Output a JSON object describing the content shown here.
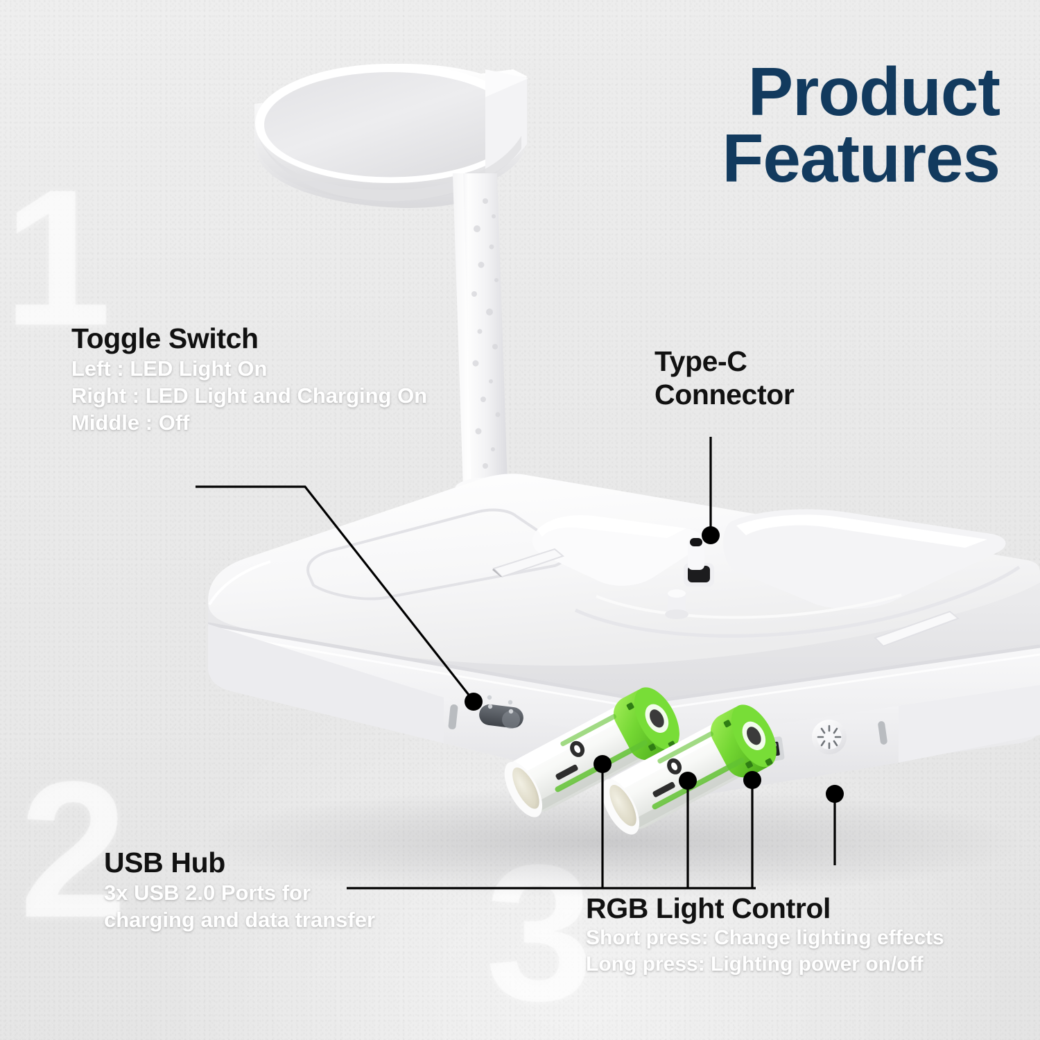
{
  "background": {
    "color": "#ebebeb",
    "texture": "fine-leather-grain"
  },
  "heading": {
    "line1": "Product",
    "line2": "Features",
    "color": "#123a5e"
  },
  "watermarks": [
    {
      "label": "1",
      "for": "toggle-switch"
    },
    {
      "label": "2",
      "for": "usb-hub"
    },
    {
      "label": "3",
      "for": "rgb-light-control"
    }
  ],
  "callouts": [
    {
      "id": "toggle-switch",
      "title": "Toggle Switch",
      "lines": [
        "Left : LED Light On",
        "Right : LED Light and Charging On",
        "Middle : Off"
      ],
      "title_color": "#111111",
      "body_color": "#ffffff"
    },
    {
      "id": "type-c-connector",
      "title_line1": "Type-C",
      "title_line2": "Connector",
      "lines": [],
      "title_color": "#111111"
    },
    {
      "id": "usb-hub",
      "title": "USB Hub",
      "lines": [
        "3x USB 2.0 Ports for",
        "charging and data transfer"
      ],
      "title_color": "#111111",
      "body_color": "#ffffff"
    },
    {
      "id": "rgb-light-control",
      "title": "RGB Light Control",
      "lines": [
        "Short press: Change lighting effects",
        "Long press: Lighting power on/off"
      ],
      "title_color": "#111111",
      "body_color": "#ffffff"
    }
  ],
  "product": {
    "name": "charging-dock-with-lamp",
    "body_color": "#f6f6f7",
    "lamp_head": "elliptical-disc-lamp-shade",
    "lamp_stem": "frosted-bubble-acrylic-tube",
    "toggle_switch_color": "#5a5f66",
    "batteries": [
      {
        "label": "rechargeable-aa-battery",
        "cap_color": "#6fd637",
        "body_color": "#fafafa",
        "text_color": "#56b62e"
      },
      {
        "label": "rechargeable-aa-battery",
        "cap_color": "#6fd637",
        "body_color": "#fafafa",
        "text_color": "#56b62e"
      }
    ],
    "ports": {
      "usb_a": "usb-a-port",
      "type_c": "type-c-connector-tab",
      "rgb_button": "round-rgb-button"
    }
  },
  "leader_lines": {
    "color": "#000000",
    "dot_radius": 13
  }
}
